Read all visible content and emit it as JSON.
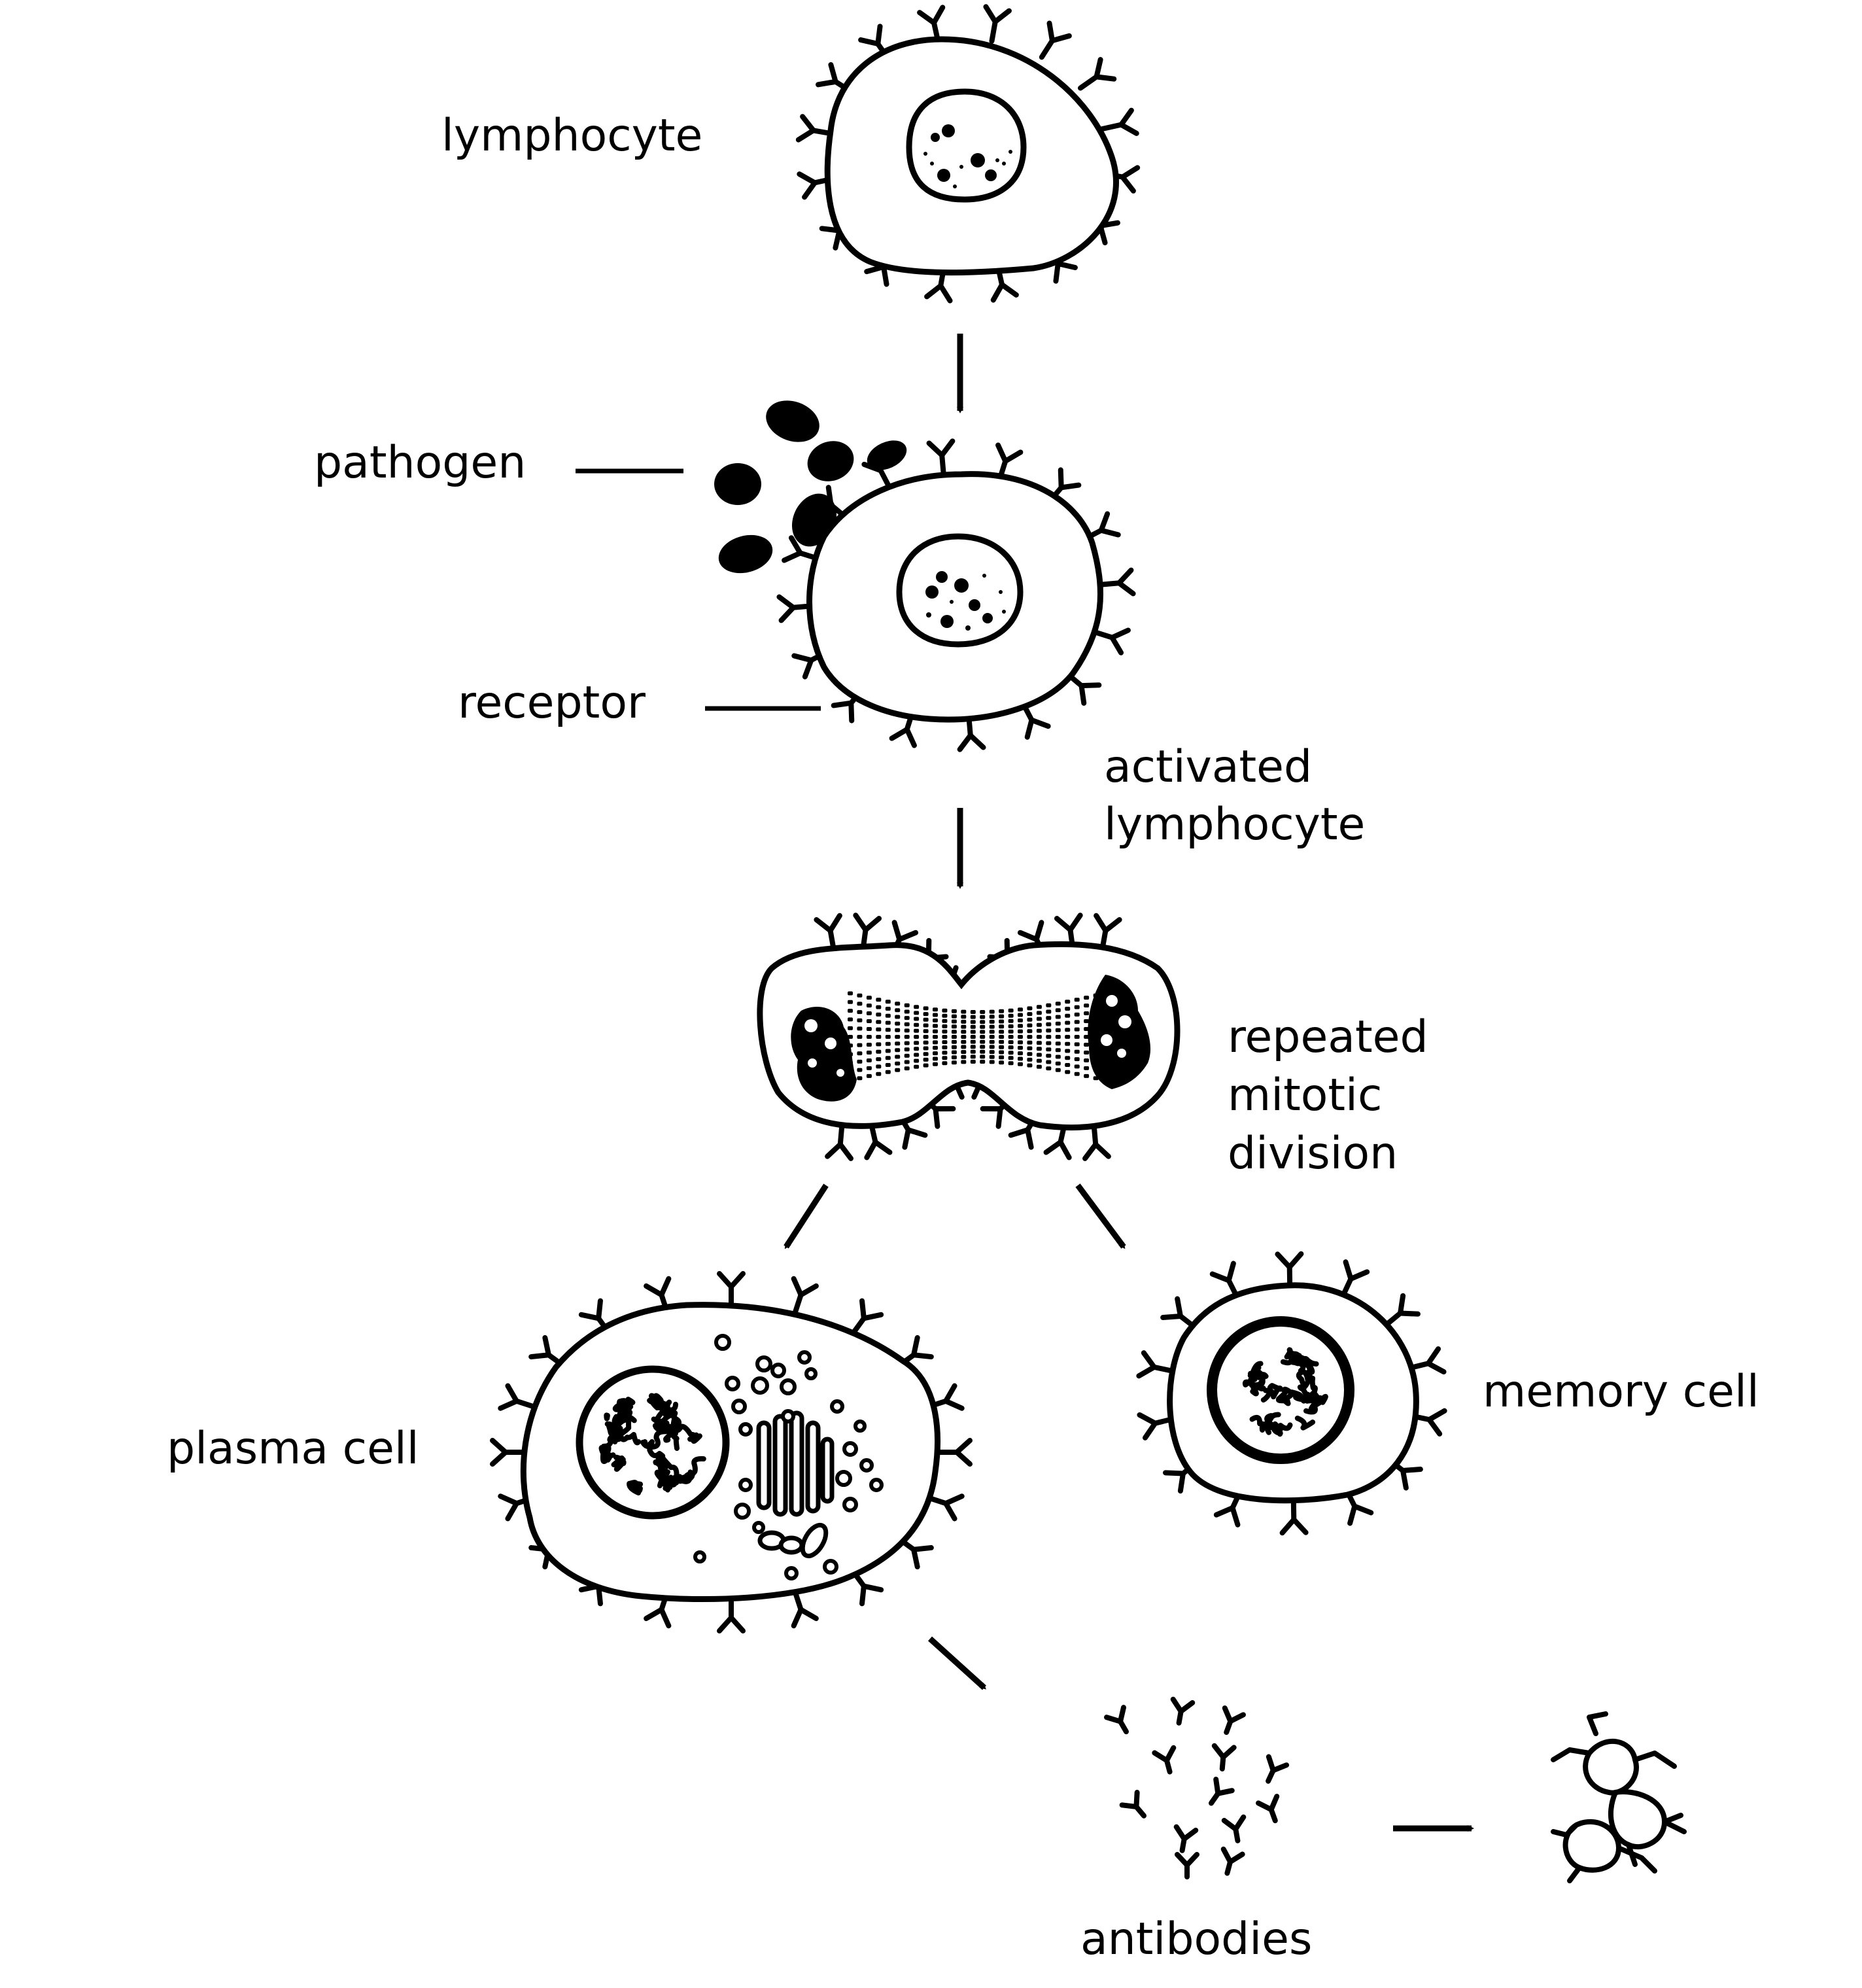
{
  "labels": {
    "lymphocyte": "lymphocyte",
    "pathogen": "pathogen",
    "receptor": "receptor",
    "activated_1": "activated",
    "activated_2": "lymphocyte",
    "repeated_1": "repeated",
    "repeated_2": "mitotic",
    "repeated_3": "division",
    "plasma_cell": "plasma cell",
    "memory_cell": "memory cell",
    "antibodies": "antibodies"
  },
  "colors": {
    "ink": "#000000",
    "background": "#ffffff"
  }
}
